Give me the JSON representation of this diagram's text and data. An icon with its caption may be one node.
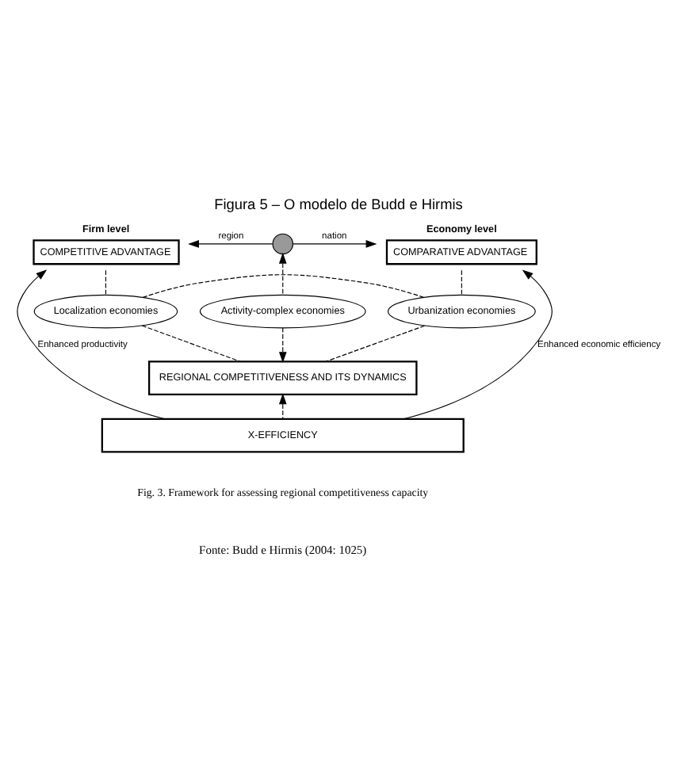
{
  "diagram": {
    "title": "Figura 5 – O modelo de Budd e Hirmis",
    "caption": "Fig. 3. Framework for assessing regional competitiveness capacity",
    "nodes": [
      {
        "text": [
          "COMPETITIVE ADVANTAGE"
        ],
        "beside": [
          "Firm level"
        ]
      },
      {
        "text": [],
        "shape": "circle"
      },
      {
        "text": [
          "COMPARATIVE ADVANTAGE"
        ],
        "beside": [
          "Economy level"
        ]
      },
      {
        "text": [
          "Activity-complex economies"
        ]
      },
      {
        "text": [
          "Localization economies"
        ]
      },
      {
        "text": [
          "Urbanization economies"
        ]
      },
      {
        "text": [
          "REGIONAL COMPETITIVENESS AND ITS DYNAMICS"
        ]
      },
      {
        "text": [
          "X-EFFICIENCY"
        ]
      }
    ],
    "edges": [
      {
        "from": 1,
        "to": 0,
        "arrow": "to",
        "label": "region"
      },
      {
        "from": 1,
        "to": 2,
        "arrow": "to",
        "label": "nation"
      },
      {
        "from": 3,
        "to": 1,
        "arrow": "to",
        "style": "dashed"
      },
      {
        "from": 0,
        "to": 4,
        "arrow": "none",
        "style": "dashed"
      },
      {
        "from": 2,
        "to": 5,
        "arrow": "none",
        "style": "dashed"
      },
      {
        "from": 4,
        "to": 5,
        "arrow": "none",
        "style": "dashed"
      },
      {
        "from": 3,
        "to": 6,
        "arrow": "to",
        "style": "dashed"
      },
      {
        "from": 4,
        "to": 6,
        "arrow": "none",
        "style": "dashed"
      },
      {
        "from": 5,
        "to": 6,
        "arrow": "none",
        "style": "dashed"
      },
      {
        "from": 7,
        "to": 0,
        "arrow": "to",
        "label": "Enhanced productivity"
      },
      {
        "from": 7,
        "to": 2,
        "arrow": "to",
        "label": "Enhanced economic efficiency"
      },
      {
        "from": 7,
        "to": 6,
        "arrow": "to",
        "style": "dashed"
      }
    ],
    "labels": [
      "Fonte: Budd e Hirmis (2004: 1025)"
    ]
  }
}
